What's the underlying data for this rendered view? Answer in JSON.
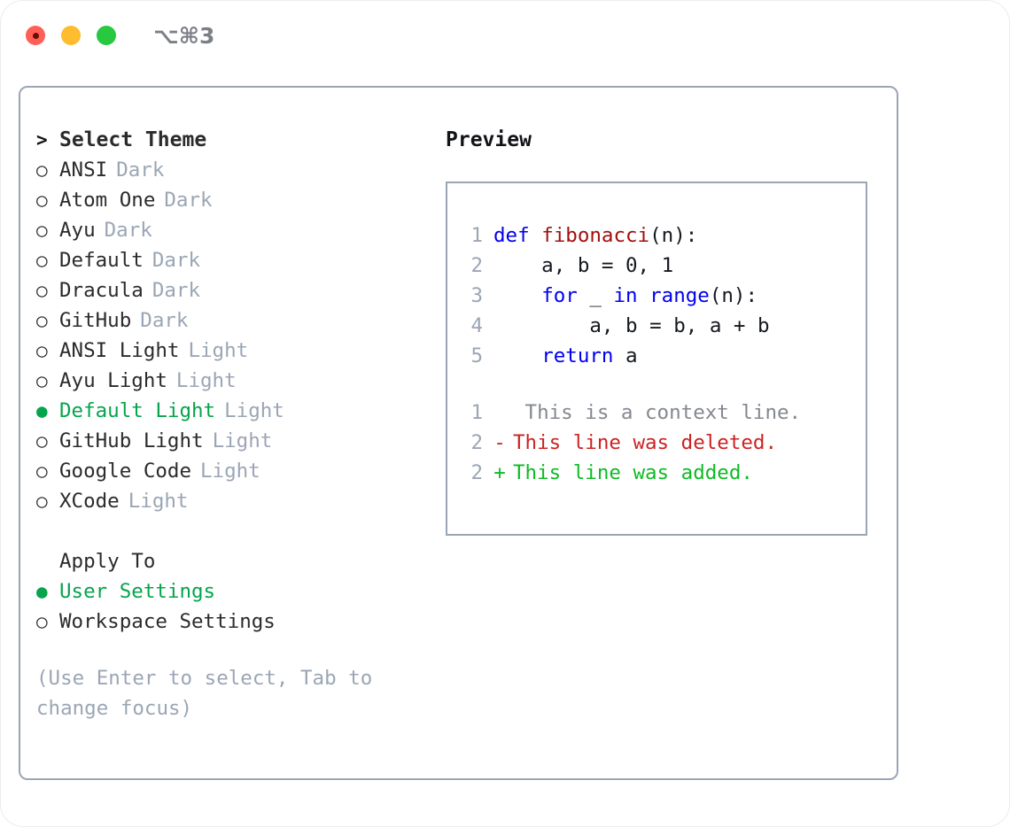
{
  "window": {
    "shortcut": "⌥⌘3",
    "traffic_lights": [
      {
        "name": "close",
        "color": "#ff5f57"
      },
      {
        "name": "minimize",
        "color": "#febc2e"
      },
      {
        "name": "maximize",
        "color": "#28c840"
      }
    ]
  },
  "accent": {
    "green": "#06a44c",
    "muted": "#9ba6b5",
    "text": "#2b2b2b",
    "border": "#9ba6b5"
  },
  "theme_picker": {
    "heading": "Select Theme",
    "heading_marker": ">",
    "marker_unselected": "○",
    "marker_selected": "●",
    "items": [
      {
        "label": "ANSI",
        "tag": "Dark",
        "selected": false
      },
      {
        "label": "Atom One",
        "tag": "Dark",
        "selected": false
      },
      {
        "label": "Ayu",
        "tag": "Dark",
        "selected": false
      },
      {
        "label": "Default",
        "tag": "Dark",
        "selected": false
      },
      {
        "label": "Dracula",
        "tag": "Dark",
        "selected": false
      },
      {
        "label": "GitHub",
        "tag": "Dark",
        "selected": false
      },
      {
        "label": "ANSI Light",
        "tag": "Light",
        "selected": false
      },
      {
        "label": "Ayu Light",
        "tag": "Light",
        "selected": false
      },
      {
        "label": "Default Light",
        "tag": "Light",
        "selected": true
      },
      {
        "label": "GitHub Light",
        "tag": "Light",
        "selected": false
      },
      {
        "label": "Google Code",
        "tag": "Light",
        "selected": false
      },
      {
        "label": "XCode",
        "tag": "Light",
        "selected": false
      }
    ]
  },
  "apply_to": {
    "heading": "Apply To",
    "items": [
      {
        "label": "User Settings",
        "selected": true
      },
      {
        "label": "Workspace Settings",
        "selected": false
      }
    ]
  },
  "hint": "(Use Enter to select, Tab to change focus)",
  "preview": {
    "title": "Preview",
    "code_lines": [
      {
        "no": "1",
        "tokens": [
          {
            "t": "def ",
            "c": "kw"
          },
          {
            "t": "fibonacci",
            "c": "fn"
          },
          {
            "t": "(n):",
            "c": "pl"
          }
        ]
      },
      {
        "no": "2",
        "tokens": [
          {
            "t": "    a, b = 0, 1",
            "c": "pl"
          }
        ]
      },
      {
        "no": "3",
        "tokens": [
          {
            "t": "    ",
            "c": "pl"
          },
          {
            "t": "for",
            "c": "kw"
          },
          {
            "t": " _ ",
            "c": "pl"
          },
          {
            "t": "in",
            "c": "kw"
          },
          {
            "t": " ",
            "c": "pl"
          },
          {
            "t": "range",
            "c": "kw"
          },
          {
            "t": "(n):",
            "c": "pl"
          }
        ]
      },
      {
        "no": "4",
        "tokens": [
          {
            "t": "        a, b = b, a + b",
            "c": "pl"
          }
        ]
      },
      {
        "no": "5",
        "tokens": [
          {
            "t": "    ",
            "c": "pl"
          },
          {
            "t": "return",
            "c": "kw"
          },
          {
            "t": " a",
            "c": "pl"
          }
        ]
      }
    ],
    "diff_lines": [
      {
        "no": "1",
        "mark": " ",
        "text": " This is a context line.",
        "kind": "ctx"
      },
      {
        "no": "2",
        "mark": "-",
        "text": "This line was deleted.",
        "kind": "del"
      },
      {
        "no": "2",
        "mark": "+",
        "text": "This line was added.",
        "kind": "add"
      }
    ]
  }
}
